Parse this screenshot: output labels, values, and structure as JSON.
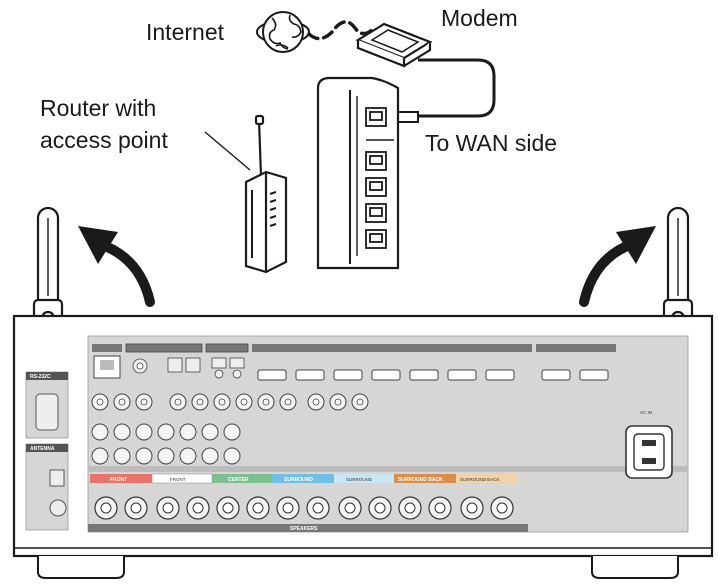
{
  "labels": {
    "internet": "Internet",
    "modem": "Modem",
    "router_line1": "Router with",
    "router_line2": "access point",
    "wan": "To WAN side"
  },
  "panel": {
    "rs232c": "RS-232C",
    "antenna": "ANTENNA",
    "ac_in": "AC IN",
    "speakers": "SPEAKERS",
    "speaker_groups": [
      {
        "label": "FRONT",
        "color": "#e8756a"
      },
      {
        "label": "FRONT",
        "color": "#ffffff"
      },
      {
        "label": "CENTER",
        "color": "#7cc08f"
      },
      {
        "label": "SURROUND",
        "color": "#6fbfe6"
      },
      {
        "label": "SURROUND",
        "color": "#c9e6f5"
      },
      {
        "label": "SURROUND BACK",
        "color": "#d98f4a"
      },
      {
        "label": "SURROUND BACK",
        "color": "#f0d3a8"
      }
    ]
  },
  "colors": {
    "line": "#1a1a1a",
    "panel_gray": "#d6d6d6"
  }
}
